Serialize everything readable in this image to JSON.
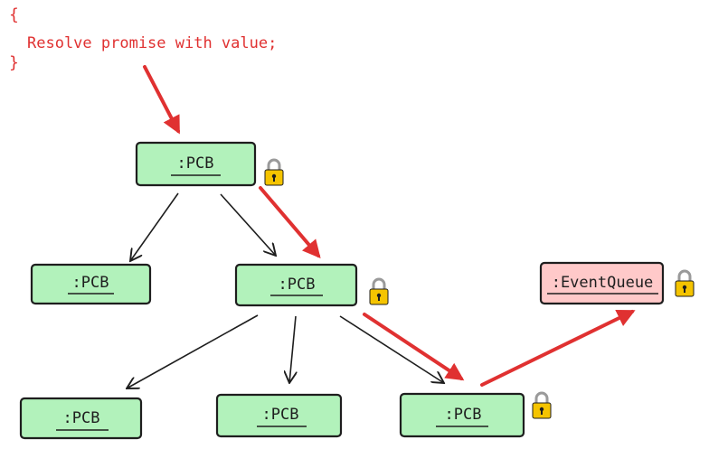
{
  "code": {
    "open_brace": "{",
    "body": "Resolve promise with value;",
    "close_brace": "}"
  },
  "nodes": {
    "pcb_root": ":PCB",
    "pcb_left": ":PCB",
    "pcb_mid": ":PCB",
    "pcb_bottom_left": ":PCB",
    "pcb_bottom_mid": ":PCB",
    "pcb_bottom_right": ":PCB",
    "event_queue": ":EventQueue"
  },
  "colors": {
    "pcb_fill": "#b2f2bb",
    "event_queue_fill": "#ffc9c9",
    "stroke": "#1e1e1e",
    "accent_red": "#e03131",
    "lock_body": "#f5c400",
    "lock_shackle": "#9a9a9a"
  },
  "icons": {
    "lock": "lock-icon"
  }
}
